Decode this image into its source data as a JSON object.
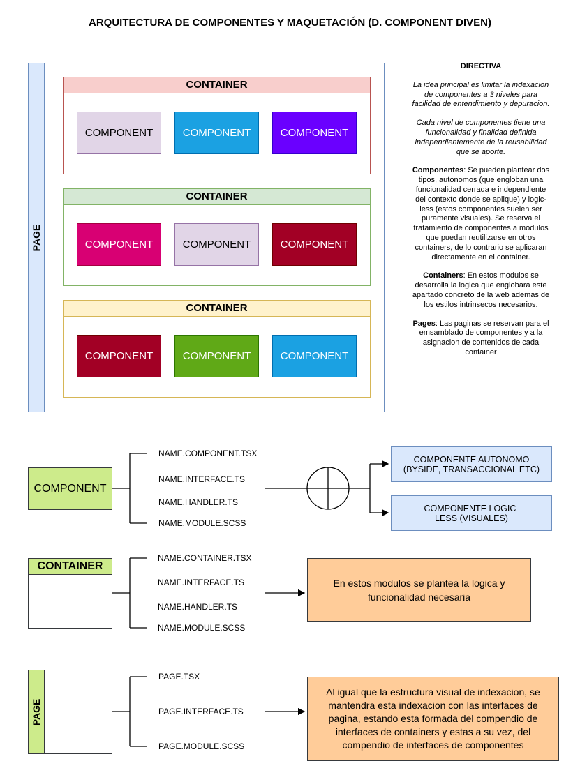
{
  "title": "ARQUITECTURA DE COMPONENTES Y MAQUETACIÓN (D. COMPONENT DIVEN)",
  "page_label": "PAGE",
  "containers": [
    {
      "label": "CONTAINER",
      "components": [
        "COMPONENT",
        "COMPONENT",
        "COMPONENT"
      ]
    },
    {
      "label": "CONTAINER",
      "components": [
        "COMPONENT",
        "COMPONENT",
        "COMPONENT"
      ]
    },
    {
      "label": "CONTAINER",
      "components": [
        "COMPONENT",
        "COMPONENT",
        "COMPONENT"
      ]
    }
  ],
  "directive": {
    "heading": "DIRECTIVA",
    "para1": "La idea principal es limitar la indexacion de componentes a 3 niveles para facilidad de entendimiento y depuracion.",
    "para2": "Cada nivel de componentes tiene una funcionalidad y finalidad definida independientemente de la reusabilidad que se aporte.",
    "componentes_label": "Componentes",
    "componentes_text": ": Se pueden plantear dos tipos, autonomos (que engloban una funcionalidad cerrada e independiente del contexto donde se aplique) y logic-less (estos componentes suelen ser puramente visuales). Se reserva el tratamiento de componentes a modulos que puedan reutilizarse en otros containers, de lo contrario se aplicaran directamente en el container.",
    "containers_label": "Containers",
    "containers_text": ": En estos modulos se desarrolla la logica que englobara este apartado concreto de la web ademas de los estilos intrinsecos necesarios.",
    "pages_label": "Pages",
    "pages_text": ": Las paginas se reservan para el emsamblado de componentes y a la asignacion de contenidos de cada container"
  },
  "component_section": {
    "label": "COMPONENT",
    "files": [
      "NAME.COMPONENT.TSX",
      "NAME.INTERFACE.TS",
      "NAME.HANDLER.TS",
      "NAME.MODULE.SCSS"
    ],
    "autonomo": "COMPONENTE AUTONOMO (BYSIDE, TRANSACCIONAL ETC)",
    "logicless": "COMPONENTE LOGIC-LESS (VISUALES)"
  },
  "container_section": {
    "label": "CONTAINER",
    "files": [
      "NAME.CONTAINER.TSX",
      "NAME.INTERFACE.TS",
      "NAME.HANDLER.TS",
      "NAME.MODULE.SCSS"
    ],
    "note": "En estos modulos se plantea la logica y funcionalidad necesaria"
  },
  "page_section": {
    "label": "PAGE",
    "files": [
      "PAGE.TSX",
      "PAGE.INTERFACE.TS",
      "PAGE.MODULE.SCSS"
    ],
    "note": "Al igual que la estructura visual de indexacion, se mantendra esta indexacion con las interfaces de pagina, estando esta formada del compendio de interfaces de containers y estas a su vez, del compendio de interfaces de componentes"
  },
  "colors": {
    "page_fill": "#dae8fc",
    "page_stroke": "#6c8ebf",
    "container1_head": "#f8cecc",
    "container1_stroke": "#b85450",
    "container2_head": "#d5e8d4",
    "container2_stroke": "#82b366",
    "container3_head": "#fff2cc",
    "container3_stroke": "#d6b656",
    "lavender": "#e1d5e7",
    "blue": "#1ba1e2",
    "violet": "#6a00ff",
    "magenta": "#d80073",
    "crimson": "#a20025",
    "green": "#60a917",
    "light_green": "#cdeb8b",
    "orange": "#ffcc99"
  }
}
